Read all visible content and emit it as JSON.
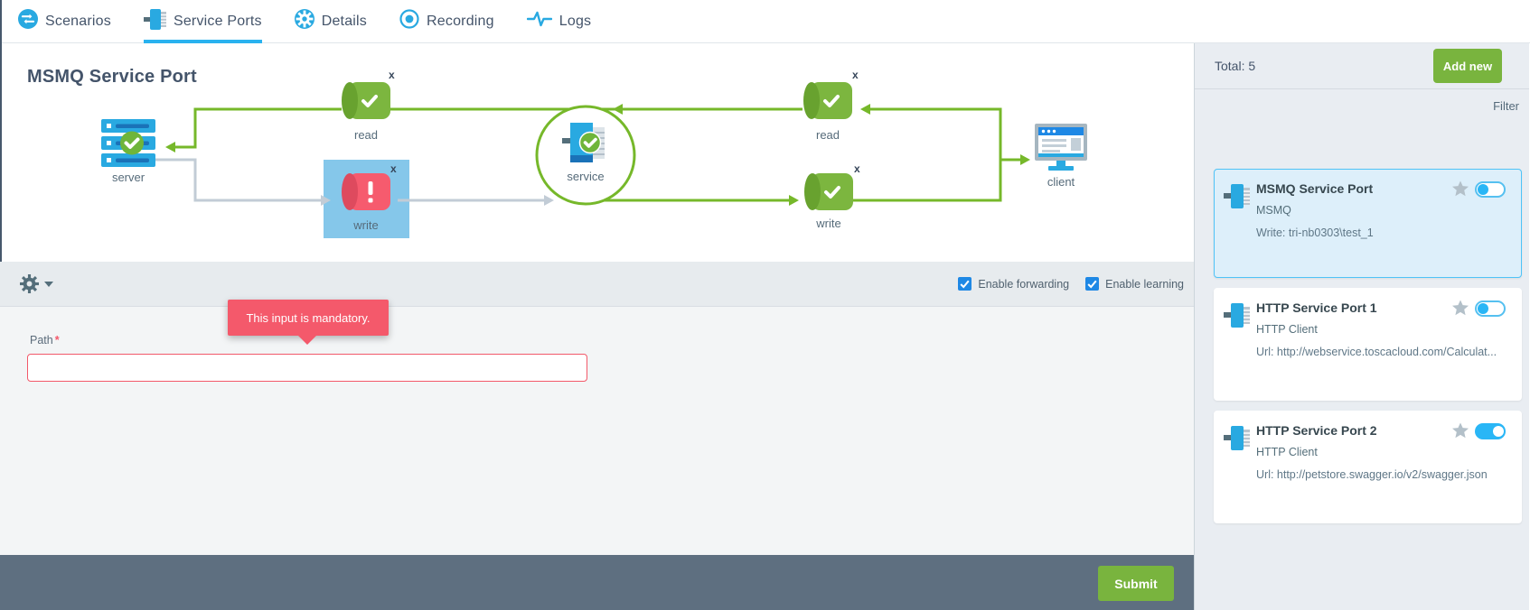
{
  "nav": {
    "tabs": [
      {
        "label": "Scenarios",
        "icon": "scenarios-icon",
        "active": false
      },
      {
        "label": "Service Ports",
        "icon": "service-ports-icon",
        "active": true
      },
      {
        "label": "Details",
        "icon": "details-icon",
        "active": false
      },
      {
        "label": "Recording",
        "icon": "recording-icon",
        "active": false
      },
      {
        "label": "Logs",
        "icon": "logs-icon",
        "active": false
      }
    ]
  },
  "diagram": {
    "title": "MSMQ Service Port",
    "close_label": "x",
    "nodes": {
      "server": "server",
      "read_left": "read",
      "write_left": "write",
      "service": "service",
      "read_right": "read",
      "write_right": "write",
      "client": "client"
    }
  },
  "toolbar": {
    "forwarding_label": "Enable forwarding",
    "learning_label": "Enable learning",
    "forwarding_checked": true,
    "learning_checked": true
  },
  "form": {
    "tooltip": "This input is mandatory.",
    "path_label": "Path",
    "required_marker": "*",
    "path_value": "",
    "submit_label": "Submit"
  },
  "panel": {
    "total_label": "Total: 5",
    "add_new_label": "Add new",
    "filter_label": "Filter",
    "cards": [
      {
        "title": "MSMQ Service Port",
        "subtitle": "MSMQ",
        "detail": "Write: tri-nb0303\\test_1",
        "toggle_on": false,
        "selected": true
      },
      {
        "title": "HTTP Service Port 1",
        "subtitle": "HTTP Client",
        "detail": "Url: http://webservice.toscacloud.com/Calculat...",
        "toggle_on": false,
        "selected": false
      },
      {
        "title": "HTTP Service Port 2",
        "subtitle": "HTTP Client",
        "detail": "Url: http://petstore.swagger.io/v2/swagger.json",
        "toggle_on": true,
        "selected": false
      }
    ]
  },
  "colors": {
    "accent_blue": "#29a9e1",
    "active_tab_underline": "#29b2ef",
    "green": "#76b82a",
    "button_green": "#79b43e",
    "error_red": "#f4596b",
    "selection_blue_bg": "#85c7ea",
    "toolbar_bg": "#e7ebee",
    "footer_bg": "#5e6f80",
    "panel_bg": "#e9edf2",
    "checkbox_blue": "#1e88e5",
    "toggle_blue": "#29b6f6"
  }
}
